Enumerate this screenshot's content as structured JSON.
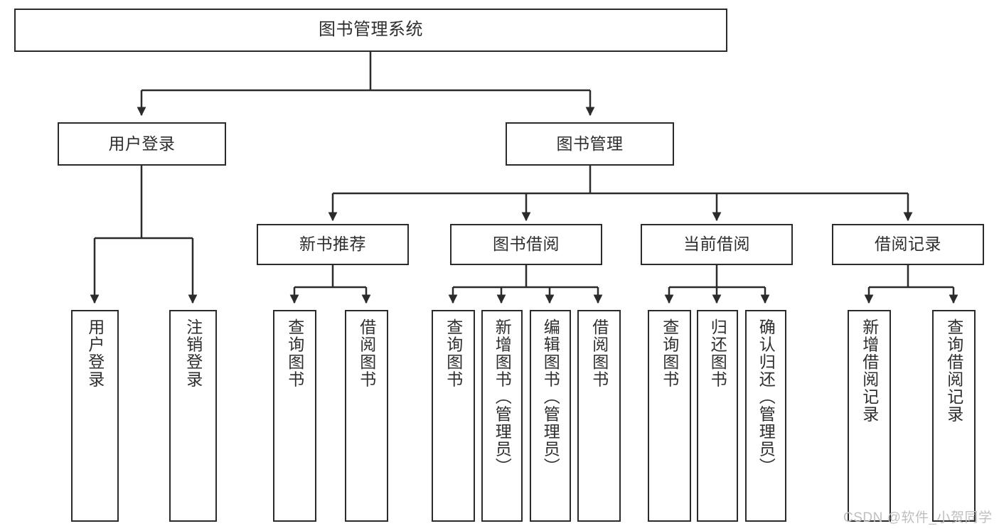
{
  "diagram": {
    "title": "图书管理系统",
    "type": "tree-hierarchy",
    "stroke_color": "#2b2b2b",
    "text_color": "#2e2e2e",
    "background_color": "#ffffff",
    "watermark": "CSDN @软件_小贺同学",
    "root": {
      "label": "图书管理系统"
    },
    "level1": [
      {
        "label": "用户登录"
      },
      {
        "label": "图书管理"
      }
    ],
    "level2": [
      {
        "label": "新书推荐"
      },
      {
        "label": "图书借阅"
      },
      {
        "label": "当前借阅"
      },
      {
        "label": "借阅记录"
      }
    ],
    "leaves": {
      "user_login": [
        {
          "label": "用户登录"
        },
        {
          "label": "注销登录"
        }
      ],
      "new_book_recommend": [
        {
          "label": "查询图书"
        },
        {
          "label": "借阅图书"
        }
      ],
      "book_borrow": [
        {
          "label": "查询图书"
        },
        {
          "label": "新增图书（管理员）"
        },
        {
          "label": "编辑图书（管理员）"
        },
        {
          "label": "借阅图书"
        }
      ],
      "current_borrow": [
        {
          "label": "查询图书"
        },
        {
          "label": "归还图书"
        },
        {
          "label": "确认归还（管理员）"
        }
      ],
      "borrow_record": [
        {
          "label": "新增借阅记录"
        },
        {
          "label": "查询借阅记录"
        }
      ]
    }
  }
}
